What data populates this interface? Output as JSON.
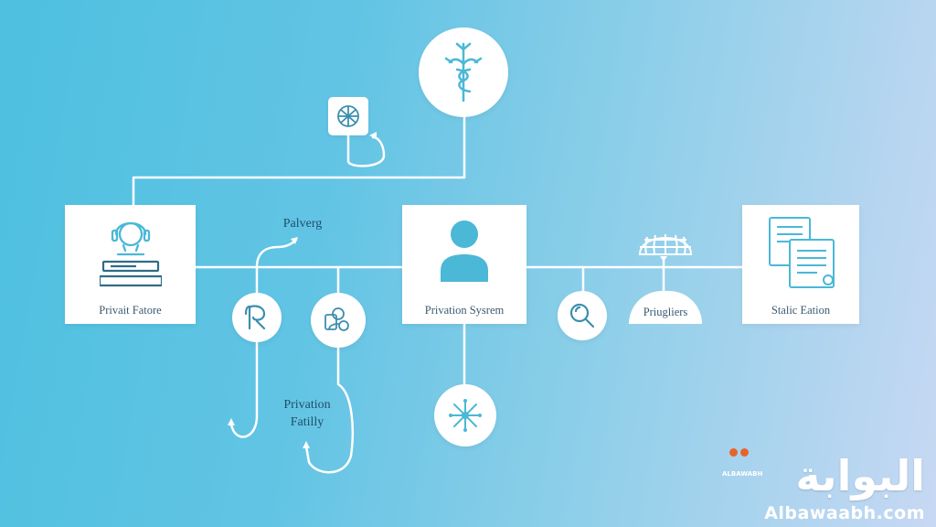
{
  "nodes": {
    "left_box": {
      "label": "Privait Fatore",
      "icon": "headset-workstation-icon"
    },
    "center_box": {
      "label": "Privation Sysrem",
      "icon": "user-avatar-icon"
    },
    "right_box": {
      "label": "Stalic Eation",
      "icon": "documents-icon"
    },
    "top_circle": {
      "icon": "caduceus-icon"
    },
    "small_box": {
      "icon": "globe-map-icon"
    },
    "circle_r": {
      "icon": "letter-r-icon"
    },
    "circle_people": {
      "icon": "people-icon"
    },
    "circle_bottom": {
      "icon": "network-hub-icon"
    },
    "circle_search": {
      "icon": "search-icon"
    },
    "dome": {
      "label": "Priugliers",
      "icon": "dome-globe-icon"
    }
  },
  "labels": {
    "palverg": "Palverg",
    "privation_line1": "Privation",
    "privation_line2": "Fatilly"
  },
  "watermark": {
    "arabic": "البوابة",
    "latin": "Albawaabh.com",
    "small": "ALBAWABH"
  },
  "colors": {
    "line": "#ffffff",
    "icon": "#4ab8d6",
    "accent_orange": "#e8632a"
  }
}
